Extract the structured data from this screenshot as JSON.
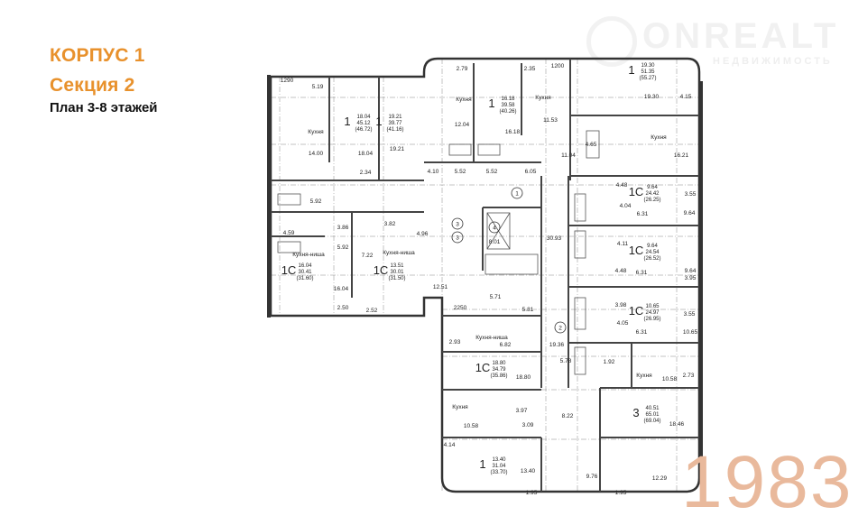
{
  "header": {
    "building": "КОРПУС 1",
    "section": "Секция 2",
    "plan": "План 3-8 этажей"
  },
  "watermark": {
    "brand": "ONREALT",
    "tagline": "НЕДВИЖИМОСТЬ"
  },
  "logo_year": "1983",
  "colors": {
    "title": "#e8912c",
    "year": "#e9b99c",
    "walls": "#333333"
  },
  "apartments": [
    {
      "type": "1",
      "living": "18.04",
      "total": "45.12",
      "with_balcony": "(46.72)"
    },
    {
      "type": "1",
      "living": "19.21",
      "total": "39.77",
      "with_balcony": "(41.16)"
    },
    {
      "type": "1",
      "living": "16.18",
      "total": "39.58",
      "with_balcony": "(40.26)"
    },
    {
      "type": "1",
      "living": "19.30",
      "total": "51.35",
      "with_balcony": "(55.27)"
    },
    {
      "type": "1С",
      "living": "9.64",
      "total": "24.42",
      "with_balcony": "(26.25)"
    },
    {
      "type": "1С",
      "living": "9.64",
      "total": "24.54",
      "with_balcony": "(26.52)"
    },
    {
      "type": "1С",
      "living": "10.65",
      "total": "24.97",
      "with_balcony": "(26.95)"
    },
    {
      "type": "3",
      "living": "40.51",
      "total": "65.01",
      "with_balcony": "(69.04)"
    },
    {
      "type": "1",
      "living": "13.40",
      "total": "31.04",
      "with_balcony": "(33.70)"
    },
    {
      "type": "1С",
      "living": "18.80",
      "total": "34.79",
      "with_balcony": "(35.86)"
    },
    {
      "type": "1С",
      "living": "16.04",
      "total": "30.41",
      "with_balcony": "(31.60)"
    },
    {
      "type": "1С",
      "living": "13.51",
      "total": "30.01",
      "with_balcony": "(31.50)"
    }
  ],
  "rooms": [
    "Кухня",
    "14.00",
    "5.19",
    "1290",
    "18.04",
    "2.34",
    "19.21",
    "5.92",
    "3.86",
    "4.59",
    "3.82",
    "4.96",
    "5.92",
    "7.22",
    "Кухня-ниша",
    "Кухня-ниша",
    "16.04",
    "12.51",
    "2.50",
    "2.52",
    "2.79",
    "Кухня",
    "12.04",
    "2.35",
    "1200",
    "Кухня",
    "11.53",
    "16.18",
    "4.10",
    "5.52",
    "5.52",
    "6.05",
    "11.04",
    "19.30",
    "4.15",
    "Кухня",
    "16.21",
    "4.65",
    "4.48",
    "4.04",
    "6.31",
    "9.64",
    "3.55",
    "4.11",
    "4.48",
    "6.31",
    "9.64",
    "3.95",
    "3.98",
    "4.05",
    "6.31",
    "10.65",
    "3.55",
    "30.93",
    "8.01",
    "5.71",
    "5.81",
    "2250",
    "2.93",
    "Кухня-ниша",
    "6.82",
    "19.36",
    "5.78",
    "1.92",
    "Кухня",
    "10.58",
    "2.73",
    "18.80",
    "Кухня",
    "3.97",
    "3.09",
    "10.58",
    "8.22",
    "18.46",
    "4.14",
    "13.40",
    "9.76",
    "12.29",
    "1.95",
    "1.95"
  ],
  "stair_markers": [
    "1",
    "2",
    "3",
    "3",
    "4"
  ]
}
